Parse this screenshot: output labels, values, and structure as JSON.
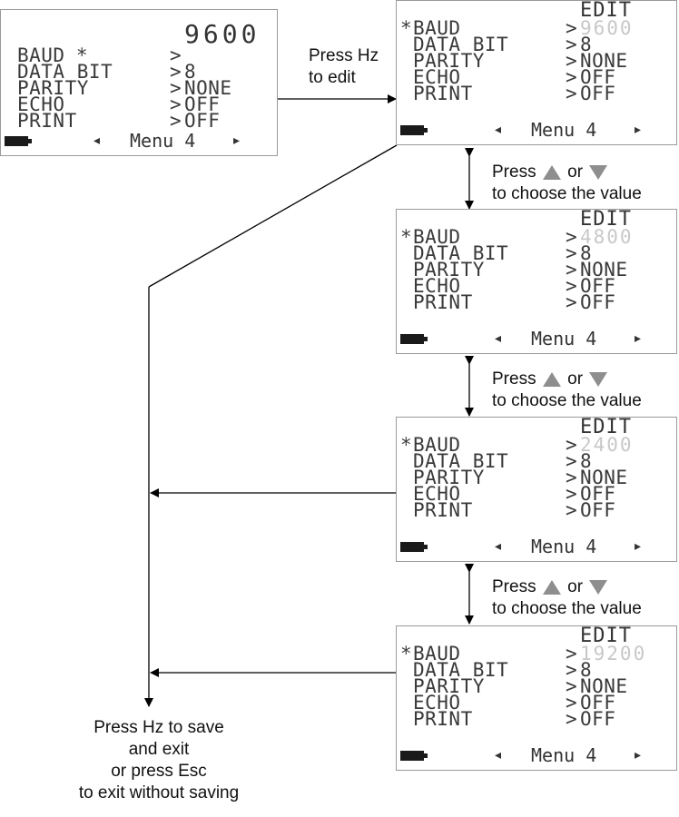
{
  "main_screen": {
    "rows": [
      {
        "marker": "*",
        "label": "BAUD",
        "sep": ">",
        "value": "9600"
      },
      {
        "marker": "",
        "label": "DATA BIT",
        "sep": ">",
        "value": "8"
      },
      {
        "marker": "",
        "label": "PARITY",
        "sep": ">",
        "value": "NONE"
      },
      {
        "marker": "",
        "label": "ECHO",
        "sep": ">",
        "value": "OFF"
      },
      {
        "marker": "",
        "label": "PRINT",
        "sep": ">",
        "value": "OFF"
      }
    ],
    "footer": {
      "nav_left": "◂",
      "menu": "Menu 4",
      "nav_right": "▸"
    }
  },
  "edit_screens": [
    {
      "mode": "EDIT",
      "rows": [
        {
          "marker": "*",
          "label": "BAUD",
          "sep": ">",
          "value": "9600"
        },
        {
          "marker": "",
          "label": "DATA BIT",
          "sep": ">",
          "value": "8"
        },
        {
          "marker": "",
          "label": "PARITY",
          "sep": ">",
          "value": "NONE"
        },
        {
          "marker": "",
          "label": "ECHO",
          "sep": ">",
          "value": "OFF"
        },
        {
          "marker": "",
          "label": "PRINT",
          "sep": ">",
          "value": "OFF"
        }
      ],
      "footer": {
        "nav_left": "◂",
        "menu": "Menu 4",
        "nav_right": "▸"
      }
    },
    {
      "mode": "EDIT",
      "rows": [
        {
          "marker": "*",
          "label": "BAUD",
          "sep": ">",
          "value": "4800"
        },
        {
          "marker": "",
          "label": "DATA BIT",
          "sep": ">",
          "value": "8"
        },
        {
          "marker": "",
          "label": "PARITY",
          "sep": ">",
          "value": "NONE"
        },
        {
          "marker": "",
          "label": "ECHO",
          "sep": ">",
          "value": "OFF"
        },
        {
          "marker": "",
          "label": "PRINT",
          "sep": ">",
          "value": "OFF"
        }
      ],
      "footer": {
        "nav_left": "◂",
        "menu": "Menu 4",
        "nav_right": "▸"
      }
    },
    {
      "mode": "EDIT",
      "rows": [
        {
          "marker": "*",
          "label": "BAUD",
          "sep": ">",
          "value": "2400"
        },
        {
          "marker": "",
          "label": "DATA BIT",
          "sep": ">",
          "value": "8"
        },
        {
          "marker": "",
          "label": "PARITY",
          "sep": ">",
          "value": "NONE"
        },
        {
          "marker": "",
          "label": "ECHO",
          "sep": ">",
          "value": "OFF"
        },
        {
          "marker": "",
          "label": "PRINT",
          "sep": ">",
          "value": "OFF"
        }
      ],
      "footer": {
        "nav_left": "◂",
        "menu": "Menu 4",
        "nav_right": "▸"
      }
    },
    {
      "mode": "EDIT",
      "rows": [
        {
          "marker": "*",
          "label": "BAUD",
          "sep": ">",
          "value": "19200"
        },
        {
          "marker": "",
          "label": "DATA BIT",
          "sep": ">",
          "value": "8"
        },
        {
          "marker": "",
          "label": "PARITY",
          "sep": ">",
          "value": "NONE"
        },
        {
          "marker": "",
          "label": "ECHO",
          "sep": ">",
          "value": "OFF"
        },
        {
          "marker": "",
          "label": "PRINT",
          "sep": ">",
          "value": "OFF"
        }
      ],
      "footer": {
        "nav_left": "◂",
        "menu": "Menu 4",
        "nav_right": "▸"
      }
    }
  ],
  "captions": {
    "press_hz_line1": "Press Hz",
    "press_hz_line2": "to edit",
    "choose_press": "Press",
    "choose_or": "or",
    "choose_value": "to choose the value",
    "final": [
      "Press Hz to save",
      "and exit",
      "or press Esc",
      "to exit without saving"
    ]
  },
  "icons": {
    "battery": "battery-icon",
    "up": "up-arrow-icon",
    "down": "down-arrow-icon"
  },
  "colors": {
    "accent_arrow": "#8e8e8e",
    "selected_value": "#c8c8c8"
  }
}
